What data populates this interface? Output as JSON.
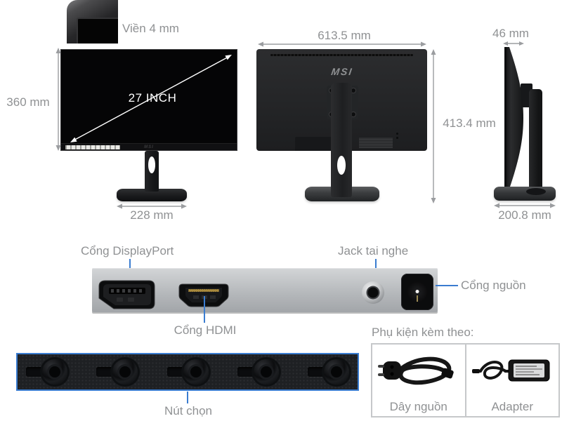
{
  "colors": {
    "accent_blue": "#3a7cd0",
    "label_gray": "#8f9193"
  },
  "bezel_detail": {
    "label": "Viền 4 mm"
  },
  "front_view": {
    "diagonal_label": "27 INCH",
    "height_label": "360 mm",
    "base_width_label": "228 mm",
    "logo": "MSI"
  },
  "back_view": {
    "width_label": "613.5 mm",
    "height_label": "413.4 mm",
    "logo": "MSI"
  },
  "side_view": {
    "thickness_label": "46 mm",
    "base_depth_label": "200.8 mm"
  },
  "ports": {
    "displayport_label": "Cổng DisplayPort",
    "hdmi_label": "Cổng HDMI",
    "headphone_label": "Jack tai nghe",
    "power_label": "Cổng nguồn"
  },
  "buttons": {
    "label": "Nút chọn"
  },
  "accessories": {
    "title": "Phụ kiện kèm theo:",
    "items": [
      {
        "label": "Dây nguồn"
      },
      {
        "label": "Adapter"
      }
    ]
  }
}
